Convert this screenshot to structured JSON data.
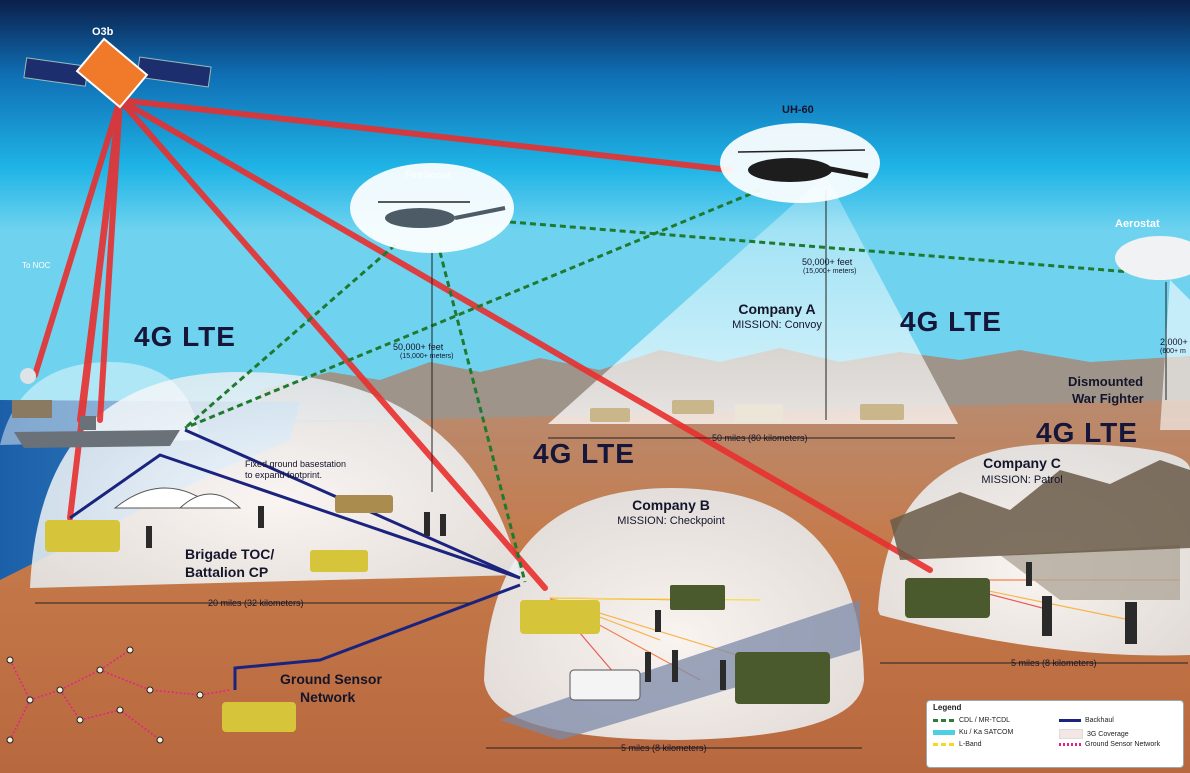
{
  "labels": {
    "satellite": "O3b",
    "to_noc": "To NOC",
    "firescout": "FireScout",
    "uh60": "UH-60",
    "aerostat": "Aerostat",
    "lte_left": "4G LTE",
    "lte_right_top": "4G LTE",
    "lte_center": "4G LTE",
    "lte_right": "4G LTE",
    "fs_alt_feet": "50,000+ feet",
    "fs_alt_m": "(15,000+ meters)",
    "uh_alt_feet": "50,000+ feet",
    "uh_alt_m": "(15,000+ meters)",
    "aero_alt_feet": "2,000+",
    "aero_alt_m": "(600+ m",
    "basestation_line1": "Fixed ground basestation",
    "basestation_line2": "to expand footprint.",
    "brigade_line1": "Brigade TOC/",
    "brigade_line2": "Battalion CP",
    "range_brigade": "20 miles (32 kilometers)",
    "range_company_a": "50 miles (80 kilometers)",
    "range_company_b": "5 miles (8 kilometers)",
    "range_company_c": "5 miles (8 kilometers)",
    "ground_sensor_line1": "Ground Sensor",
    "ground_sensor_line2": "Network",
    "dismounted_line1": "Dismounted",
    "dismounted_line2": "War Fighter"
  },
  "companies": {
    "a": {
      "title": "Company A",
      "mission": "MISSION: Convoy"
    },
    "b": {
      "title": "Company B",
      "mission": "MISSION: Checkpoint"
    },
    "c": {
      "title": "Company C",
      "mission": "MISSION: Patrol"
    }
  },
  "legend": {
    "title": "Legend",
    "items": [
      {
        "label": "CDL / MR-TCDL",
        "color": "#2e7d32",
        "style": "dashed"
      },
      {
        "label": "Ku / Ka SATCOM",
        "color": "#4dd0e1",
        "style": "solid"
      },
      {
        "label": "L-Band",
        "color": "#f9d71c",
        "style": "dashed"
      },
      {
        "label": "Backhaul",
        "color": "#1a237e",
        "style": "solid"
      },
      {
        "label": "3G Coverage",
        "color": "#f5e6e6",
        "style": "box"
      },
      {
        "label": "Ground Sensor Network",
        "color": "#e91e8c",
        "style": "dotted"
      }
    ]
  },
  "colors": {
    "satcom_link": "#e8302f",
    "cdl_link": "#2e7d32",
    "backhaul": "#1a237e",
    "sensor_net": "#e91e8c",
    "sky_top": "#0b1f4a",
    "sky_mid": "#1aa3d8",
    "desert": "#c8784a"
  }
}
